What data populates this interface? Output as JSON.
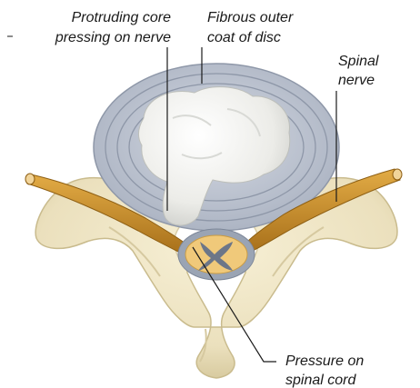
{
  "labels": {
    "protruding_core_line1": "Protruding core",
    "protruding_core_line2": "pressing on nerve",
    "fibrous_coat_line1": "Fibrous outer",
    "fibrous_coat_line2": "coat of disc",
    "spinal_nerve_line1": "Spinal",
    "spinal_nerve_line2": "nerve",
    "pressure_line1": "Pressure on",
    "pressure_line2": "spinal cord"
  },
  "colors": {
    "bone": "#efe6c8",
    "bone_shadow": "#d4c79e",
    "nerve": "#c8902a",
    "nerve_dark": "#8e5f13",
    "disc_outer": "#bfc6d2",
    "disc_ring": "#8e97a8",
    "nucleus": "#f2f2f0",
    "spinal_cord": "#f0c97a",
    "cord_sheath": "#9aa4b4",
    "grey_matter": "#6c7688",
    "leader_line": "#1a1a1a"
  }
}
